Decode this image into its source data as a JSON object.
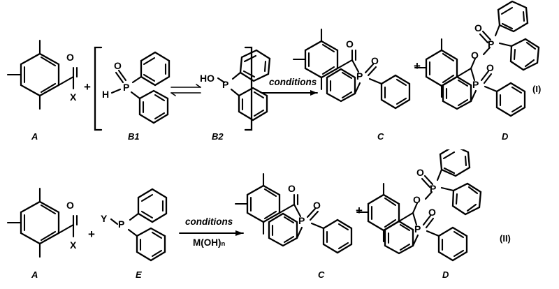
{
  "document": {
    "type": "chemical-reaction-scheme",
    "background_color": "#ffffff",
    "line_color": "#000000"
  },
  "equations": [
    {
      "number": "(I)",
      "reactants": [
        {
          "label": "A",
          "name": "mesityl-acyl-X",
          "atoms": [
            "O",
            "X"
          ]
        },
        {
          "label": "B1",
          "name": "diphenylphosphine-oxide",
          "atoms": [
            "O",
            "H",
            "P"
          ]
        },
        {
          "label": "B2",
          "name": "diphenylphosphinous-acid",
          "atoms": [
            "HO",
            "P"
          ]
        }
      ],
      "equilibrium": true,
      "bracketed": true,
      "arrow": {
        "above": "conditions",
        "below": ""
      },
      "products": [
        {
          "label": "C",
          "name": "acylphosphine-oxide",
          "atoms": [
            "O",
            "O",
            "P"
          ]
        },
        {
          "label": "D",
          "name": "bisphosphorus-adduct",
          "atoms": [
            "O",
            "P",
            "O",
            "O",
            "P",
            "O"
          ]
        }
      ],
      "plus_signs": [
        "+",
        "+"
      ]
    },
    {
      "number": "(II)",
      "reactants": [
        {
          "label": "A",
          "name": "mesityl-acyl-X",
          "atoms": [
            "O",
            "X"
          ]
        },
        {
          "label": "E",
          "name": "Y-diphenylphosphine",
          "atoms": [
            "Y",
            "P"
          ]
        }
      ],
      "equilibrium": false,
      "bracketed": false,
      "arrow": {
        "above": "conditions",
        "below_main": "M(OH)",
        "below_sub": "n"
      },
      "products": [
        {
          "label": "C",
          "name": "acylphosphine-oxide",
          "atoms": [
            "O",
            "O",
            "P"
          ]
        },
        {
          "label": "D",
          "name": "bisphosphorus-adduct",
          "atoms": [
            "O",
            "P",
            "O",
            "O",
            "P",
            "O"
          ]
        }
      ],
      "plus_signs": [
        "+",
        "+"
      ]
    }
  ],
  "labels": {
    "A": "A",
    "B1": "B1",
    "B2": "B2",
    "C": "C",
    "D": "D",
    "E": "E",
    "plus": "+",
    "conditions": "conditions",
    "metal_hydroxide": "M(OH)",
    "metal_hydroxide_sub": "n",
    "eq1": "(I)",
    "eq2": "(II)",
    "atom_O": "O",
    "atom_P": "P",
    "atom_H": "H",
    "atom_X": "X",
    "atom_Y": "Y",
    "atom_HO": "HO"
  }
}
